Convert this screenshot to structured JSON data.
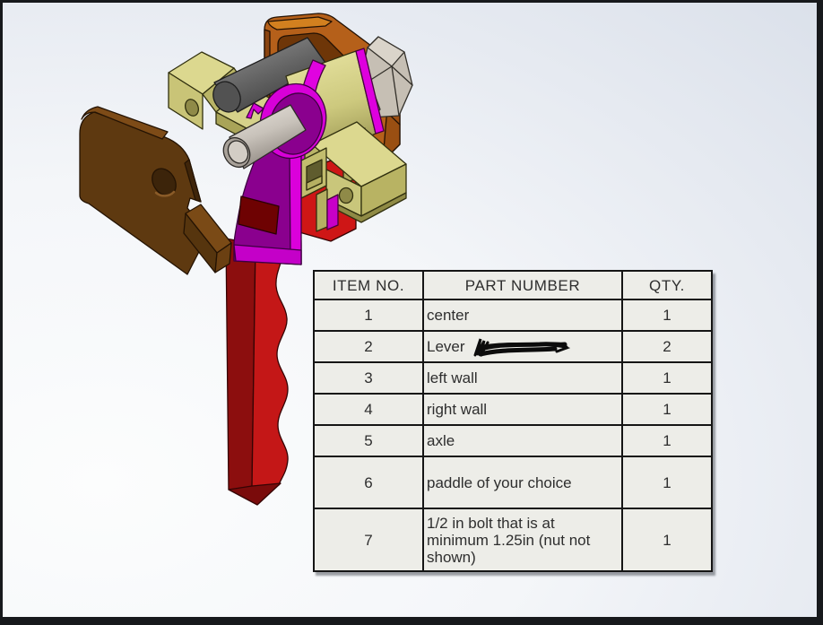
{
  "app": {
    "type": "cad-assembly-drawing",
    "viewport_background": "#dce2eb"
  },
  "bom": {
    "headers": [
      "ITEM NO.",
      "PART NUMBER",
      "QTY."
    ],
    "rows": [
      {
        "item": "1",
        "part": "center",
        "qty": "1"
      },
      {
        "item": "2",
        "part": "Lever",
        "qty": "2",
        "redacted": true
      },
      {
        "item": "3",
        "part": "left wall",
        "qty": "1"
      },
      {
        "item": "4",
        "part": "right wall",
        "qty": "1"
      },
      {
        "item": "5",
        "part": "axle",
        "qty": "1"
      },
      {
        "item": "6",
        "part": "paddle of your choice",
        "qty": "1"
      },
      {
        "item": "7",
        "part": "1/2 in bolt that is at minimum 1.25in (nut not shown)",
        "qty": "1"
      }
    ]
  },
  "assembly": {
    "parts": [
      "center",
      "Lever",
      "left wall",
      "right wall",
      "axle",
      "paddle",
      "bolt"
    ],
    "colors": {
      "paddle_brown": "#5E3910",
      "bracket_orange": "#B5601A",
      "walls_khaki": "#C9C477",
      "lever_magenta": "#D800D8",
      "lever_purple": "#8A008E",
      "handle_red": "#C41717",
      "center_red": "#CE1616",
      "bolt_shaft_gray": "#5E5E5E",
      "axle_gray": "#C8C2BA",
      "hex_head_tan": "#C6BFB4"
    }
  }
}
